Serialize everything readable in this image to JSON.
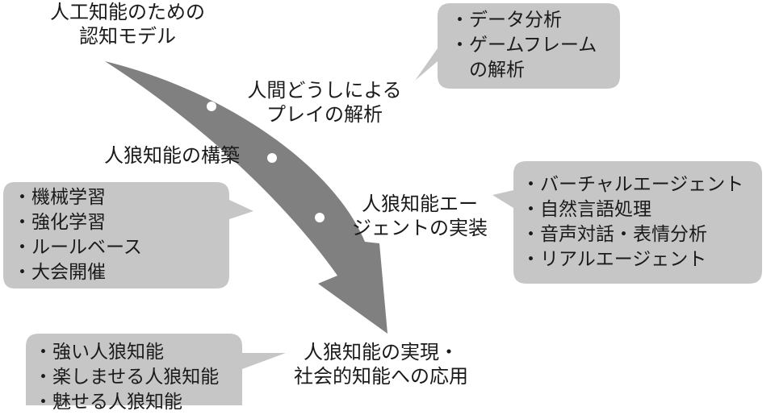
{
  "colors": {
    "bubble": "#c6c6c6",
    "arrow": "#808080",
    "dot": "#ffffff",
    "text": "#1a1a1a"
  },
  "stages": {
    "start": "人工知能のための\n認知モデル",
    "human_play": "人間どうしによる\nプレイの解析",
    "construction": "人狼知能の構築",
    "agent": "人狼知能エー\nジェントの実装",
    "end": "人狼知能の実現・\n社会的知能への応用"
  },
  "bubbles": {
    "analysis": [
      "・データ分析",
      "・ゲームフレーム",
      "　の解析"
    ],
    "construction": [
      "・機械学習",
      "・強化学習",
      "・ルールベース",
      "・大会開催"
    ],
    "agent": [
      "・バーチャルエージェント",
      "・自然言語処理",
      "・音声対話・表情分析",
      "・リアルエージェント"
    ],
    "goals": [
      "・強い人狼知能",
      "・楽しませる人狼知能",
      "・魅せる人狼知能"
    ]
  }
}
